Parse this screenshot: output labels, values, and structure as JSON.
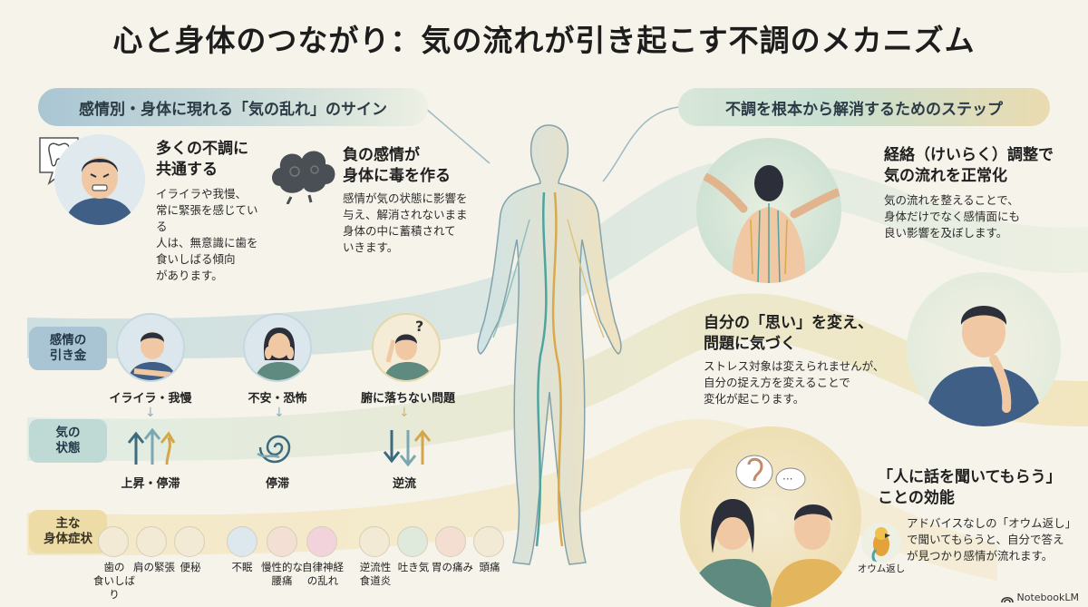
{
  "title": "心と身体のつながり：気の流れが引き起こす不調のメカニズム",
  "left_header": "感情別・身体に現れる「気の乱れ」のサイン",
  "right_header": "不調を根本から解消するためのステップ",
  "sign1": {
    "heading": [
      "多くの不調に",
      "共通する"
    ],
    "body": [
      "イライラや我慢、",
      "常に緊張を感じている",
      "人は、無意識に歯を",
      "食いしばる傾向",
      "があります。"
    ]
  },
  "sign2": {
    "heading": [
      "負の感情が",
      "身体に毒を作る"
    ],
    "body": [
      "感情が気の状態に影響を",
      "与え、解消されないまま",
      "身体の中に蓄積されて",
      "いきます。"
    ]
  },
  "rows": {
    "trigger": [
      "感情の",
      "引き金"
    ],
    "qi": [
      "気の",
      "状態"
    ],
    "symptom": [
      "主な",
      "身体症状"
    ]
  },
  "columns": [
    {
      "emotion": "イライラ・我慢",
      "qi": "上昇・停滞",
      "symptoms": [
        [
          "歯の",
          "食いしばり"
        ],
        [
          "肩の緊張"
        ],
        [
          "便秘"
        ]
      ]
    },
    {
      "emotion": "不安・恐怖",
      "qi": "停滞",
      "symptoms": [
        [
          "不眠"
        ],
        [
          "慢性的な",
          "腰痛"
        ],
        [
          "自律神経",
          "の乱れ"
        ]
      ]
    },
    {
      "emotion": "腑に落ちない問題",
      "qi": "逆流",
      "symptoms": [
        [
          "逆流性",
          "食道炎"
        ],
        [
          "吐き気"
        ],
        [
          "胃の痛み"
        ],
        [
          "頭痛"
        ]
      ]
    }
  ],
  "step1": {
    "heading": [
      "経絡（けいらく）調整で",
      "気の流れを正常化"
    ],
    "body": [
      "気の流れを整えることで、",
      "身体だけでなく感情面にも",
      "良い影響を及ぼします。"
    ]
  },
  "step2": {
    "heading": [
      "自分の「思い」を変え、",
      "問題に気づく"
    ],
    "body": [
      "ストレス対象は変えられませんが、",
      "自分の捉え方を変えることで",
      "変化が起こります。"
    ]
  },
  "step3": {
    "heading": [
      "「人に話を聞いてもらう」",
      "ことの効能"
    ],
    "body": [
      "アドバイスなしの「オウム返し」",
      "で聞いてもらうと、自分で答え",
      "が見つかり感情が流れます。"
    ],
    "parrot_label": "オウム返し"
  },
  "question_mark": "?",
  "watermark": "NotebookLM",
  "colors": {
    "teal": "#7fb6b4",
    "gold": "#e7cf8a",
    "navy": "#3f5f86",
    "skin": "#f0c9a4"
  }
}
